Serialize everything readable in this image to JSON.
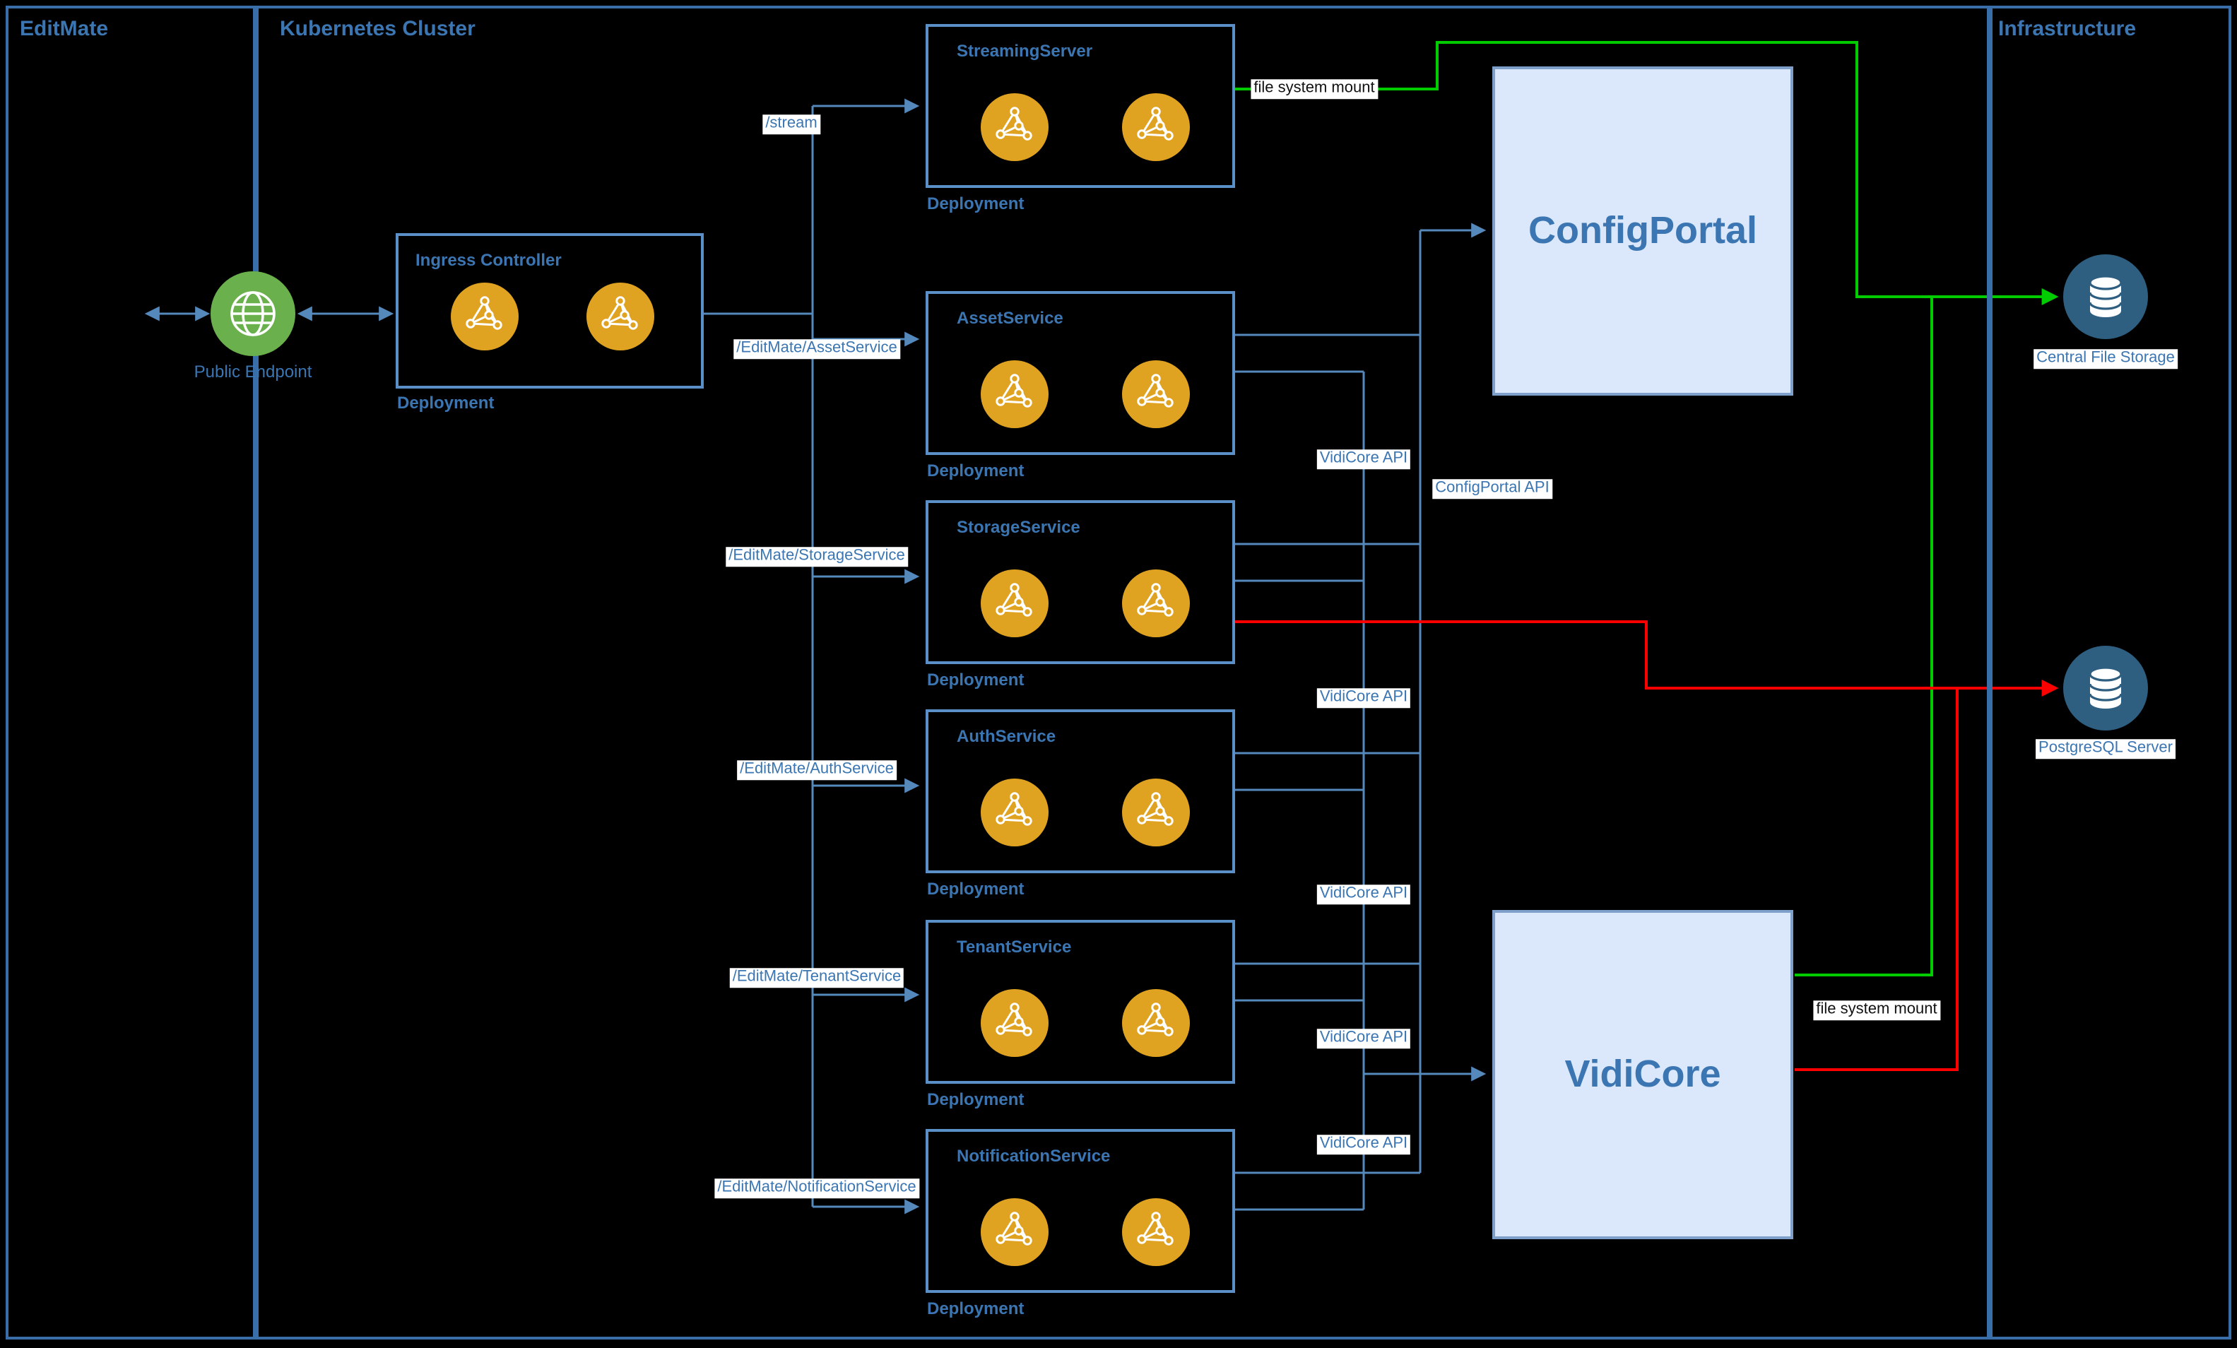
{
  "diagram": {
    "regions": {
      "editmate": "EditMate",
      "kubernetes": "Kubernetes Cluster",
      "infrastructure": "Infrastructure"
    },
    "endpoint": {
      "label": "Public Endpoint"
    },
    "ingress": {
      "title": "Ingress Controller",
      "kind": "Deployment"
    },
    "services": [
      {
        "title": "StreamingServer",
        "kind": "Deployment",
        "route": "/stream"
      },
      {
        "title": "AssetService",
        "kind": "Deployment",
        "route": "/EditMate/AssetService"
      },
      {
        "title": "StorageService",
        "kind": "Deployment",
        "route": "/EditMate/StorageService"
      },
      {
        "title": "AuthService",
        "kind": "Deployment",
        "route": "/EditMate/AuthService"
      },
      {
        "title": "TenantService",
        "kind": "Deployment",
        "route": "/EditMate/TenantService"
      },
      {
        "title": "NotificationService",
        "kind": "Deployment",
        "route": "/EditMate/NotificationService"
      }
    ],
    "apps": {
      "configportal": "ConfigPortal",
      "vidicore": "VidiCore"
    },
    "infra_nodes": {
      "file_storage": "Central File Storage",
      "postgres": "PostgreSQL Server"
    },
    "edge_labels": {
      "vidicore_api": "VidiCore API",
      "configportal_api": "ConfigPortal API",
      "file_system_mount": "file system mount"
    },
    "icons": {
      "endpoint": "globe-icon",
      "pod": "pod-icon",
      "database": "database-icon"
    },
    "colors": {
      "background": "#000000",
      "region_border": "#3a6ea8",
      "node_border": "#5b8fc7",
      "blue_text": "#3b76b3",
      "edge_blue": "#5588bb",
      "edge_green": "#00cc00",
      "edge_red": "#ff0000",
      "pod_gold": "#e0a321",
      "endpoint_green": "#6ab04c",
      "db_blue": "#2e5e80",
      "app_fill": "#dbe8fb"
    }
  }
}
